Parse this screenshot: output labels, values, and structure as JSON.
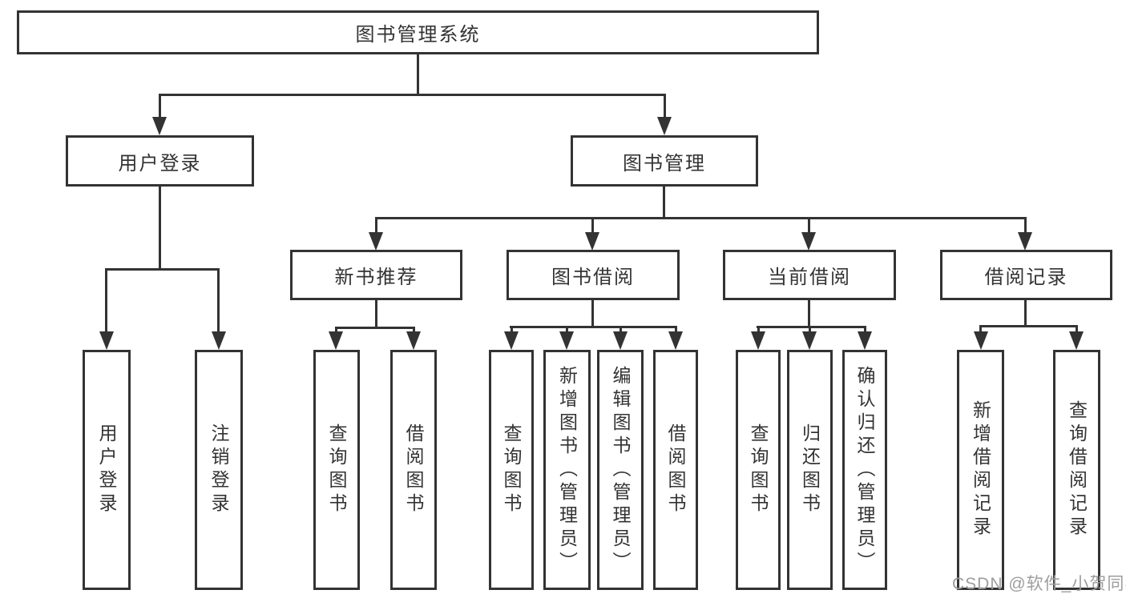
{
  "diagram": {
    "root": {
      "label": "图书管理系统"
    },
    "user_login": {
      "label": "用户登录",
      "children": [
        {
          "label": "用户登录"
        },
        {
          "label": "注销登录"
        }
      ]
    },
    "book_mgmt": {
      "label": "图书管理",
      "groups": [
        {
          "label": "新书推荐",
          "children": [
            {
              "label": "查询图书"
            },
            {
              "label": "借阅图书"
            }
          ]
        },
        {
          "label": "图书借阅",
          "children": [
            {
              "label": "查询图书"
            },
            {
              "label": "新增图书（管理员）"
            },
            {
              "label": "编辑图书（管理员）"
            },
            {
              "label": "借阅图书"
            }
          ]
        },
        {
          "label": "当前借阅",
          "children": [
            {
              "label": "查询图书"
            },
            {
              "label": "归还图书"
            },
            {
              "label": "确认归还（管理员）"
            }
          ]
        },
        {
          "label": "借阅记录",
          "children": [
            {
              "label": "新增借阅记录"
            },
            {
              "label": "查询借阅记录"
            }
          ]
        }
      ]
    },
    "watermark": "CSDN @软件_小贺同学",
    "colors": {
      "line": "#333333",
      "text": "#333333",
      "box_fill": "#ffffff",
      "watermark": "#9d9d9d",
      "background": "#ffffff"
    }
  }
}
